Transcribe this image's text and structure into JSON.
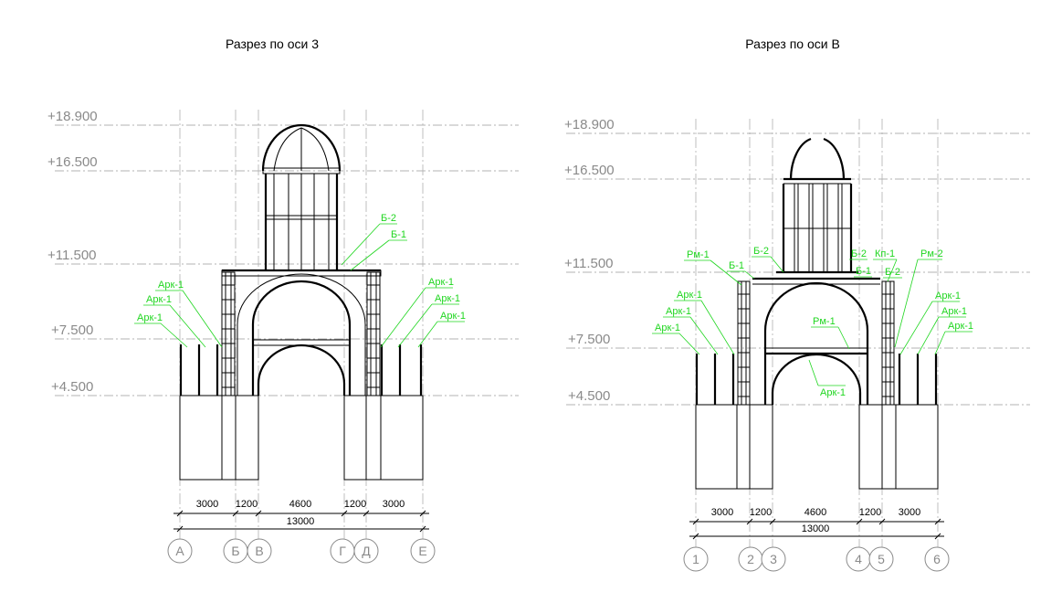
{
  "sections": [
    {
      "title": "Разрез по оси 3",
      "levels": [
        "+18.900",
        "+16.500",
        "+11.500",
        "+7.500",
        "+4.500"
      ],
      "dimensions": [
        "3000",
        "1200",
        "4600",
        "1200",
        "3000"
      ],
      "total_dimension": "13000",
      "axes": [
        "А",
        "Б",
        "В",
        "Г",
        "Д",
        "Е"
      ],
      "callouts": [
        "Б-2",
        "Б-1",
        "Арк-1",
        "Арк-1",
        "Арк-1",
        "Арк-1",
        "Арк-1",
        "Арк-1"
      ]
    },
    {
      "title": "Разрез по оси В",
      "levels": [
        "+18.900",
        "+16.500",
        "+11.500",
        "+7.500",
        "+4.500"
      ],
      "dimensions": [
        "3000",
        "1200",
        "4600",
        "1200",
        "3000"
      ],
      "total_dimension": "13000",
      "axes": [
        "1",
        "2",
        "3",
        "4",
        "5",
        "6"
      ],
      "callouts": [
        "Рм-1",
        "Б-1",
        "Б-2",
        "Б-2",
        "Кп-1",
        "Рм-2",
        "Б-1",
        "Б-2",
        "Арк-1",
        "Арк-1",
        "Арк-1",
        "Арк-1",
        "Арк-1",
        "Арк-1",
        "Рм-1",
        "Арк-1"
      ]
    }
  ]
}
